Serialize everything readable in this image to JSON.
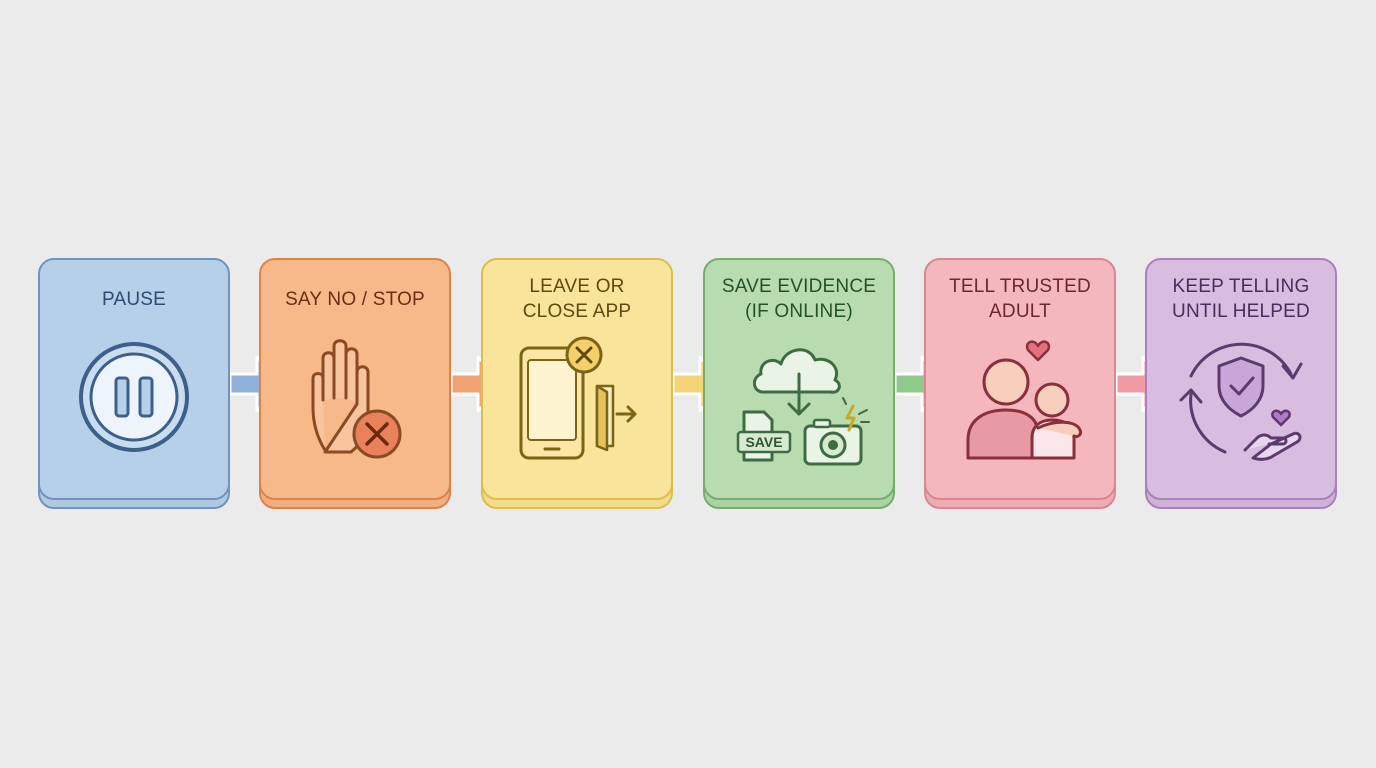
{
  "steps": [
    {
      "title": "PAUSE",
      "icon": "pause-icon",
      "fill": "#b7d0ea",
      "stroke": "#6f94bf",
      "text_color": "#2d4a70"
    },
    {
      "title": "SAY NO / STOP",
      "icon": "stop-hand-icon",
      "fill": "#f7b98a",
      "stroke": "#d98549",
      "text_color": "#6a2f12"
    },
    {
      "title": "LEAVE OR\nCLOSE APP",
      "icon": "phone-exit-icon",
      "fill": "#f8e49b",
      "stroke": "#dcbe4f",
      "text_color": "#5e4a10"
    },
    {
      "title": "SAVE EVIDENCE\n(IF ONLINE)",
      "icon": "save-evidence-icon",
      "icon_label": "SAVE",
      "fill": "#b8dcb0",
      "stroke": "#74ad6d",
      "text_color": "#24512a"
    },
    {
      "title": "TELL TRUSTED\nADULT",
      "icon": "trusted-adult-icon",
      "fill": "#f4b7bd",
      "stroke": "#d98790",
      "text_color": "#6b2730"
    },
    {
      "title": "KEEP TELLING\nUNTIL HELPED",
      "icon": "keep-telling-icon",
      "fill": "#d8bde0",
      "stroke": "#a981ba",
      "text_color": "#4c2c5c"
    }
  ],
  "arrows": [
    {
      "from": "PAUSE",
      "to": "SAY NO / STOP",
      "color": "#8fb0d8"
    },
    {
      "from": "SAY NO / STOP",
      "to": "LEAVE OR CLOSE APP",
      "color": "#f1a272"
    },
    {
      "from": "LEAVE OR CLOSE APP",
      "to": "SAVE EVIDENCE (IF ONLINE)",
      "color": "#f3d577"
    },
    {
      "from": "SAVE EVIDENCE (IF ONLINE)",
      "to": "TELL TRUSTED ADULT",
      "color": "#8fca8c"
    },
    {
      "from": "TELL TRUSTED ADULT",
      "to": "KEEP TELLING UNTIL HELPED",
      "color": "#f29aa3"
    }
  ]
}
